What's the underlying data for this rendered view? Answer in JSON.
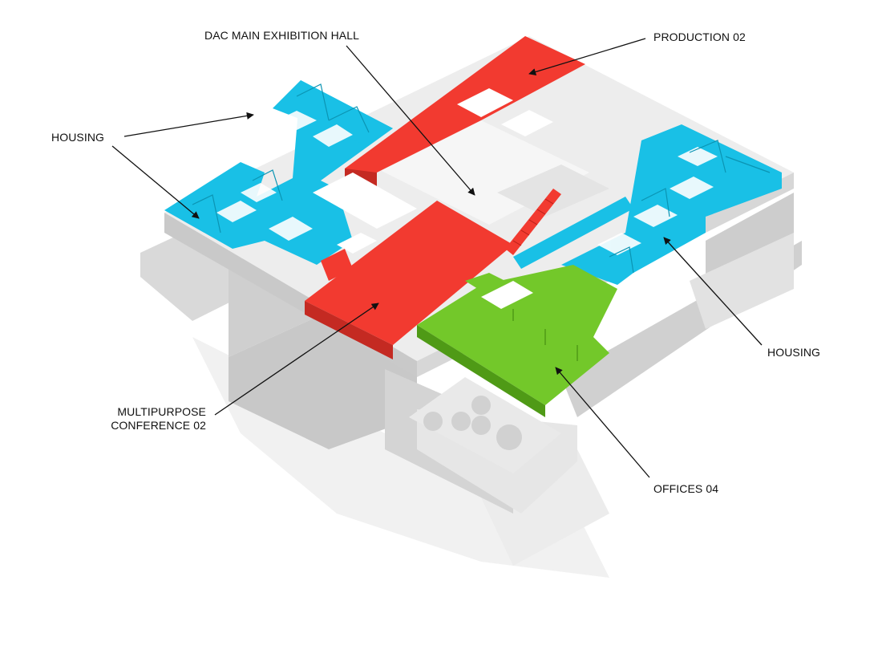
{
  "labels": {
    "main_hall": "DAC MAIN EXHIBITION HALL",
    "production": "PRODUCTION 02",
    "housing_left": "HOUSING",
    "housing_right": "HOUSING",
    "multipurpose_line1": "MULTIPURPOSE",
    "multipurpose_line2": "CONFERENCE 02",
    "offices": "OFFICES 04"
  },
  "colors": {
    "housing": "#19c0e6",
    "exhibition": "#f23a30",
    "offices": "#73c82a",
    "structure": "#e8e8e8",
    "shadow": "#d2d2d2",
    "leader": "#111111"
  }
}
